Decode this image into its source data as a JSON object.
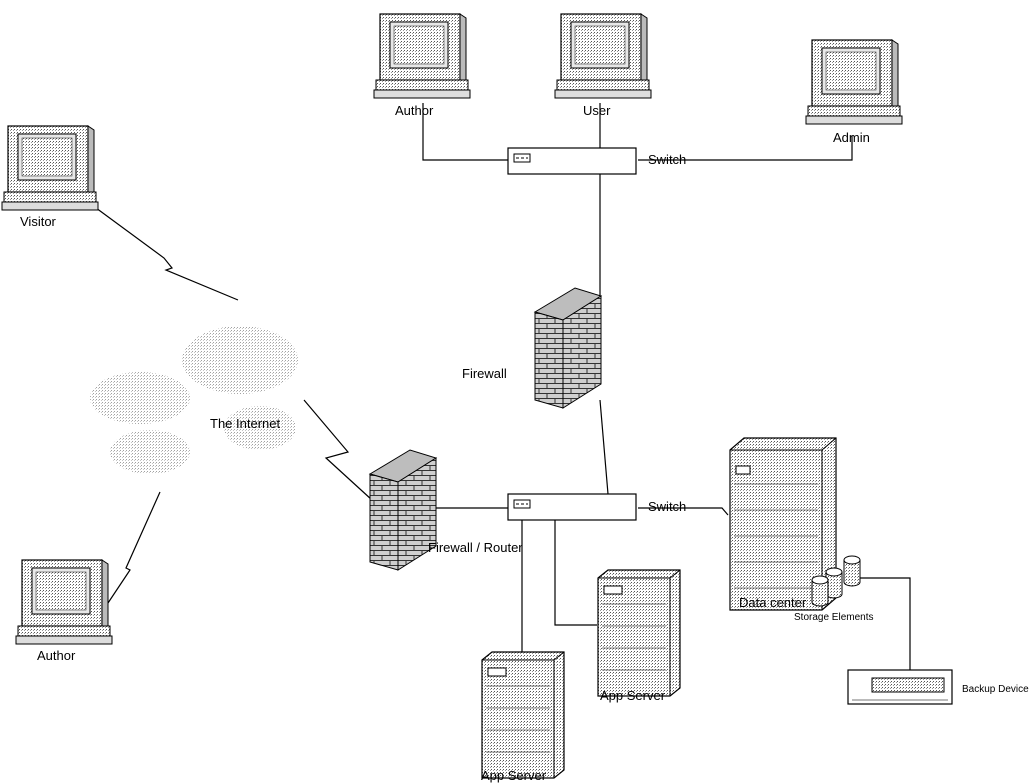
{
  "nodes": {
    "visitor": "Visitor",
    "author_left": "Author",
    "author_top": "Author",
    "user": "User",
    "admin": "Admin",
    "switch_top": "Switch",
    "switch_bottom": "Switch",
    "firewall": "Firewall",
    "firewall_router": "Firewall / Router",
    "internet": "The Internet",
    "data_center": "Data center",
    "storage": "Storage Elements",
    "backup": "Backup Device",
    "app_server_right": "App Server",
    "app_server_bottom": "App Server"
  },
  "icons": {
    "workstation": "computer-monitor-icon",
    "switch": "network-switch-icon",
    "firewall": "brick-wall-firewall-icon",
    "cloud": "internet-cloud-icon",
    "server": "server-tower-icon",
    "datacenter": "rack-datacenter-icon",
    "storage": "disk-cylinder-icon",
    "backup": "tape-drive-icon"
  }
}
